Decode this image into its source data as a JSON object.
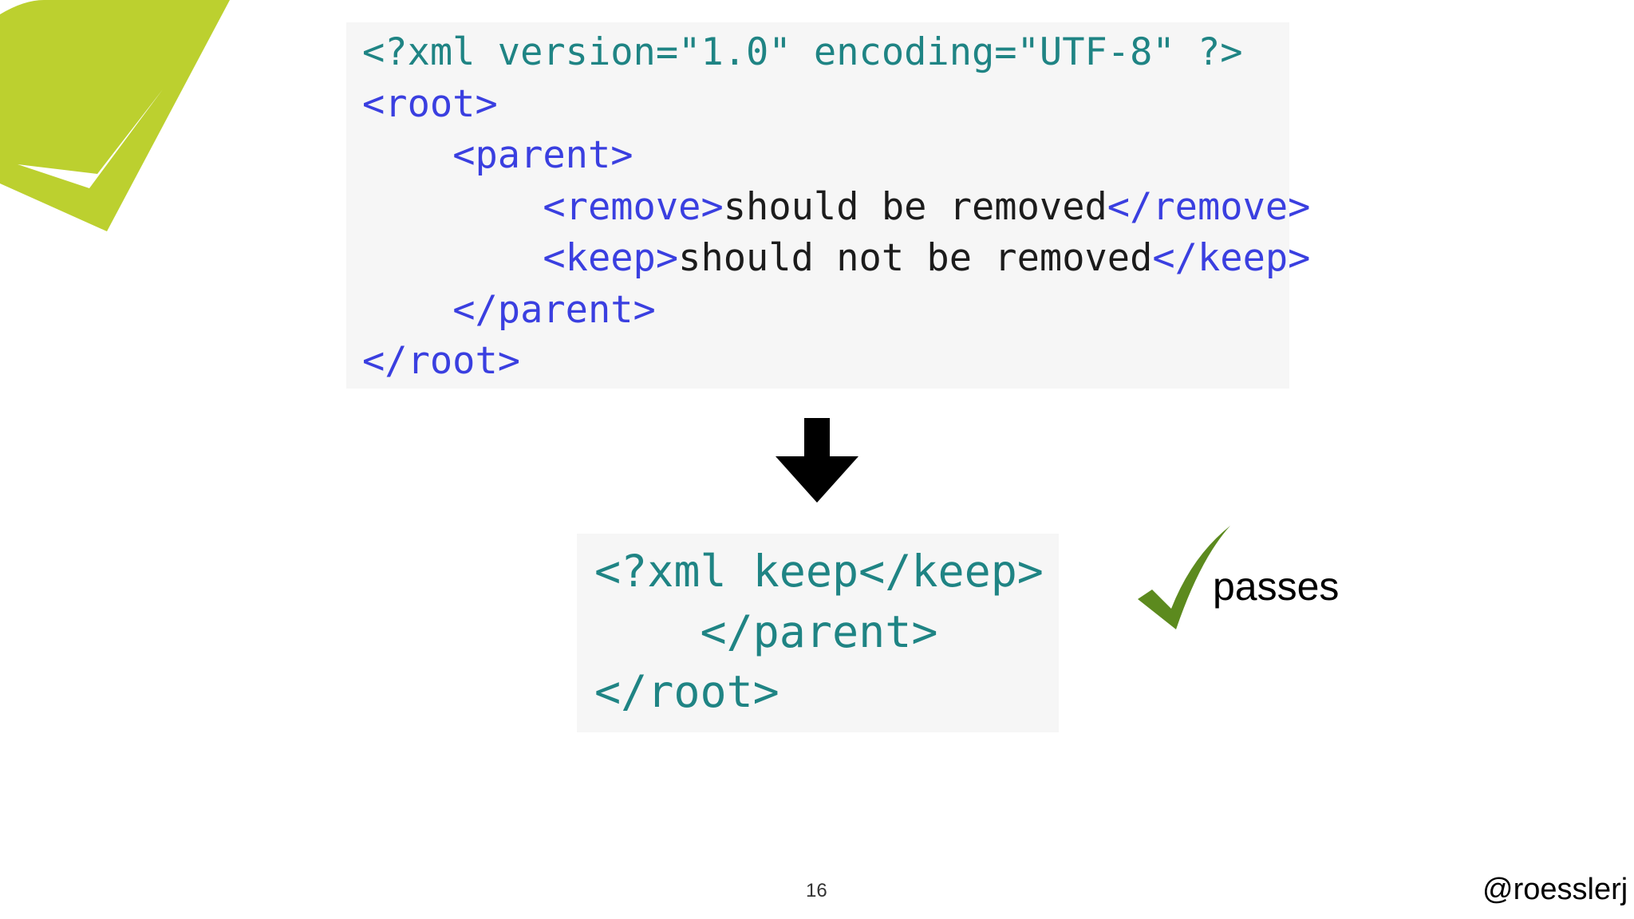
{
  "slide": {
    "page_number": "16",
    "handle": "@roesslerj",
    "status_label": "passes",
    "accent_color": "#bcd02f",
    "check_color": "#5c8a1e",
    "icons": {
      "logo": "leaf-check-logo-icon",
      "arrow": "arrow-down-icon",
      "check": "checkmark-icon"
    }
  },
  "code_input": {
    "lines": [
      [
        {
          "t": "pi",
          "v": "<?xml version=\"1.0\" encoding=\"UTF-8\" ?>"
        }
      ],
      [
        {
          "t": "tag",
          "v": "<root>"
        }
      ],
      [
        {
          "t": "indent",
          "v": "    "
        },
        {
          "t": "tag",
          "v": "<parent>"
        }
      ],
      [
        {
          "t": "indent",
          "v": "        "
        },
        {
          "t": "tag",
          "v": "<remove>"
        },
        {
          "t": "text",
          "v": "should be removed"
        },
        {
          "t": "tag",
          "v": "</remove>"
        }
      ],
      [
        {
          "t": "indent",
          "v": "        "
        },
        {
          "t": "tag",
          "v": "<keep>"
        },
        {
          "t": "text",
          "v": "should not be removed"
        },
        {
          "t": "tag",
          "v": "</keep>"
        }
      ],
      [
        {
          "t": "indent",
          "v": "    "
        },
        {
          "t": "tag",
          "v": "</parent>"
        }
      ],
      [
        {
          "t": "tag",
          "v": "</root>"
        }
      ]
    ]
  },
  "code_output": {
    "lines": [
      [
        {
          "t": "bottom",
          "v": "<?xml keep</keep>"
        }
      ],
      [
        {
          "t": "indent",
          "v": "    "
        },
        {
          "t": "bottom",
          "v": "</parent>"
        }
      ],
      [
        {
          "t": "bottom",
          "v": "</root>"
        }
      ]
    ]
  }
}
